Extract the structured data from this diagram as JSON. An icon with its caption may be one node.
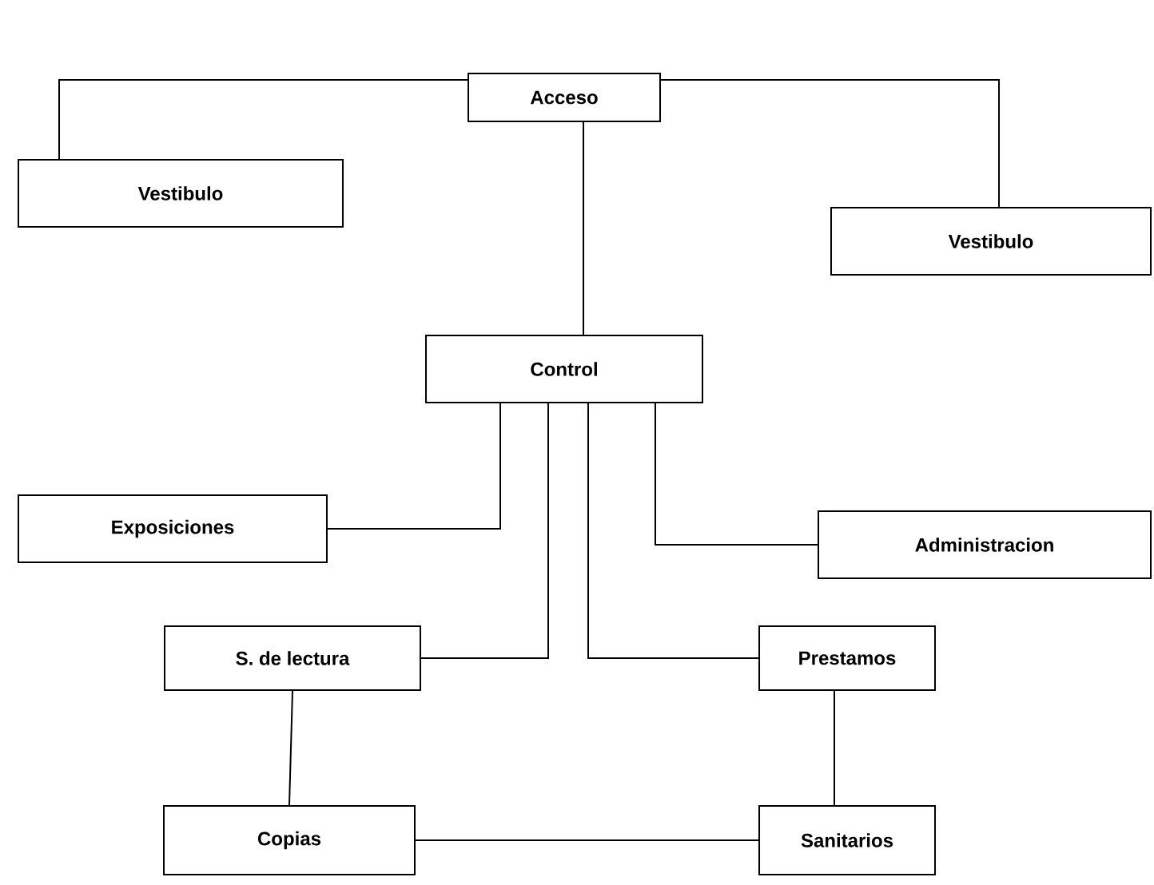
{
  "diagram": {
    "nodes": [
      {
        "text": [
          "Acceso"
        ]
      },
      {
        "text": [
          "Vestibulo"
        ]
      },
      {
        "text": [
          "Vestibulo"
        ]
      },
      {
        "text": [
          "Control"
        ]
      },
      {
        "text": [
          "Exposiciones"
        ]
      },
      {
        "text": [
          "Administracion"
        ]
      },
      {
        "text": [
          "S. de lectura"
        ]
      },
      {
        "text": [
          "Prestamos"
        ]
      },
      {
        "text": [
          "Copias"
        ]
      },
      {
        "text": [
          "Sanitarios"
        ]
      }
    ],
    "edges": [
      {
        "from": 0,
        "to": 1,
        "arrow": "none"
      },
      {
        "from": 0,
        "to": 2,
        "arrow": "none"
      },
      {
        "from": 0,
        "to": 3,
        "arrow": "none"
      },
      {
        "from": 3,
        "to": 4,
        "arrow": "none"
      },
      {
        "from": 3,
        "to": 5,
        "arrow": "none"
      },
      {
        "from": 3,
        "to": 6,
        "arrow": "none"
      },
      {
        "from": 3,
        "to": 7,
        "arrow": "none"
      },
      {
        "from": 6,
        "to": 8,
        "arrow": "none"
      },
      {
        "from": 7,
        "to": 9,
        "arrow": "none"
      },
      {
        "from": 8,
        "to": 9,
        "arrow": "none"
      }
    ]
  }
}
